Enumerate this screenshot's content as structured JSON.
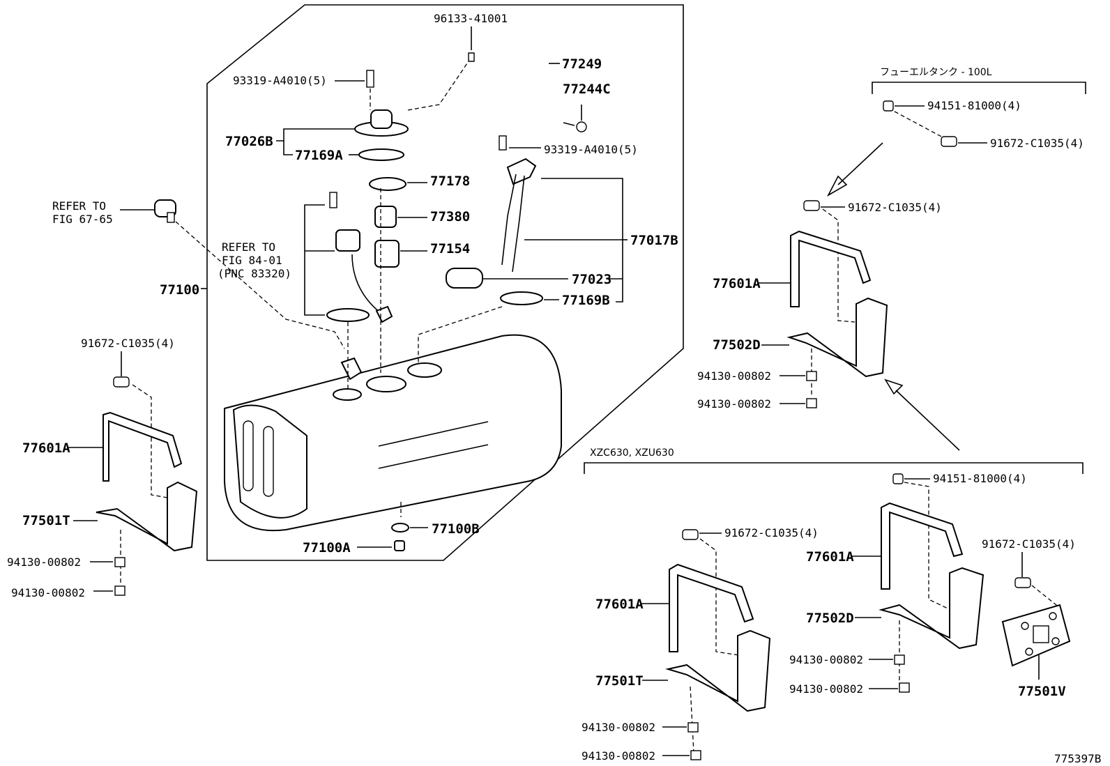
{
  "labels": {
    "p96133": "96133-41001",
    "p93319a": "93319-A4010(5)",
    "p77249": "77249",
    "p77244C": "77244C",
    "p77026B": "77026B",
    "p77169A": "77169A",
    "p93319b": "93319-A4010(5)",
    "p77178": "77178",
    "p77380": "77380",
    "p77154": "77154",
    "p77017B": "77017B",
    "p77023": "77023",
    "p77169B": "77169B",
    "refer1_a": "REFER TO",
    "refer1_b": "FIG 67-65",
    "refer2_a": "REFER TO",
    "refer2_b": "FIG 84-01",
    "refer2_c": "(PNC 83320)",
    "p77100": "77100",
    "p77100B": "77100B",
    "p77100A": "77100A",
    "l_91672": "91672-C1035(4)",
    "l_77601A": "77601A",
    "l_77501T": "77501T",
    "l_94130a": "94130-00802",
    "l_94130b": "94130-00802",
    "tr_title": "フューエルタンク - 100L",
    "tr_94151": "94151-81000(4)",
    "tr_91672a": "91672-C1035(4)",
    "tr_91672b": "91672-C1035(4)",
    "tr_77601A": "77601A",
    "tr_77502D": "77502D",
    "tr_94130a": "94130-00802",
    "tr_94130b": "94130-00802",
    "br_title": "XZC630, XZU630",
    "br_94151": "94151-81000(4)",
    "br_91672a": "91672-C1035(4)",
    "br_91672b": "91672-C1035(4)",
    "br_77601A_r": "77601A",
    "br_77601A_l": "77601A",
    "br_77502D": "77502D",
    "br_77501T": "77501T",
    "br_77501V": "77501V",
    "br_94130a": "94130-00802",
    "br_94130b": "94130-00802",
    "br_94130c": "94130-00802",
    "br_94130d": "94130-00802",
    "drawing_id": "775397B"
  }
}
